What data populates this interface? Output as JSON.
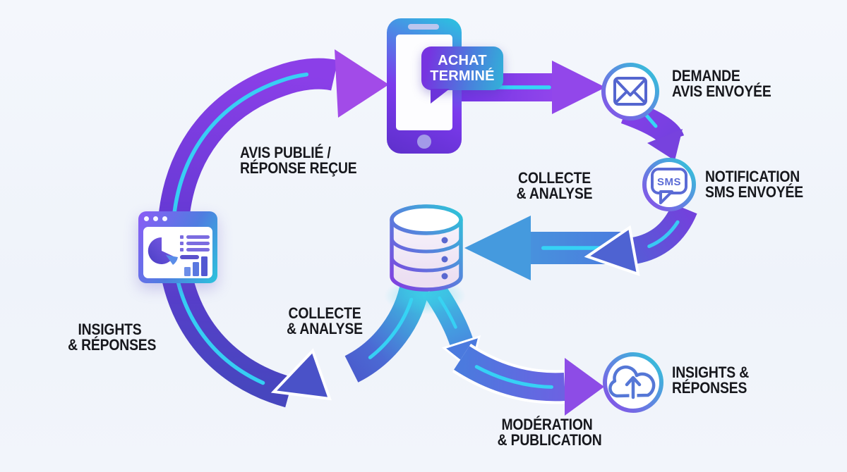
{
  "colors": {
    "background": "#f1f5fb",
    "purple_arrow": "#7c3aed",
    "purple_arrowhead": "#a24be8",
    "blue_arrow": "#4b7ede",
    "teal": "#2cc8d8",
    "cyan_stripe": "#35d6f6",
    "text": "#17181d",
    "icon_stroke": "#5566cf"
  },
  "phone": {
    "icon": "smartphone-icon",
    "bubble": {
      "line1": "ACHAT",
      "line2": "TERMINÉ"
    }
  },
  "steps": {
    "demande": {
      "icon": "email-icon",
      "line1": "DEMANDE",
      "line2": "AVIS ENVOYÉE"
    },
    "notification": {
      "icon": "sms-icon",
      "sms_text": "SMS",
      "line1": "NOTIFICATION",
      "line2": "SMS ENVOYÉE"
    },
    "collecte_right": {
      "line1": "COLLECTE",
      "line2": "& ANALYSE"
    },
    "collecte_bottom": {
      "line1": "COLLECTE",
      "line2": "& ANALYSE"
    },
    "database": {
      "icon": "database-icon"
    },
    "moderation": {
      "line1": "MODÉRATION",
      "line2": "& PUBLICATION"
    },
    "insights_right": {
      "icon": "cloud-upload-icon",
      "line1": "INSIGHTS &",
      "line2": "RÉPONSES"
    },
    "insights_left": {
      "icon": "dashboard-icon",
      "line1": "INSIGHTS",
      "line2": "& RÉPONSES"
    },
    "avis_publie": {
      "line1": "AVIS PUBLIÉ /",
      "line2": "RÉPONSE REÇUE"
    }
  }
}
